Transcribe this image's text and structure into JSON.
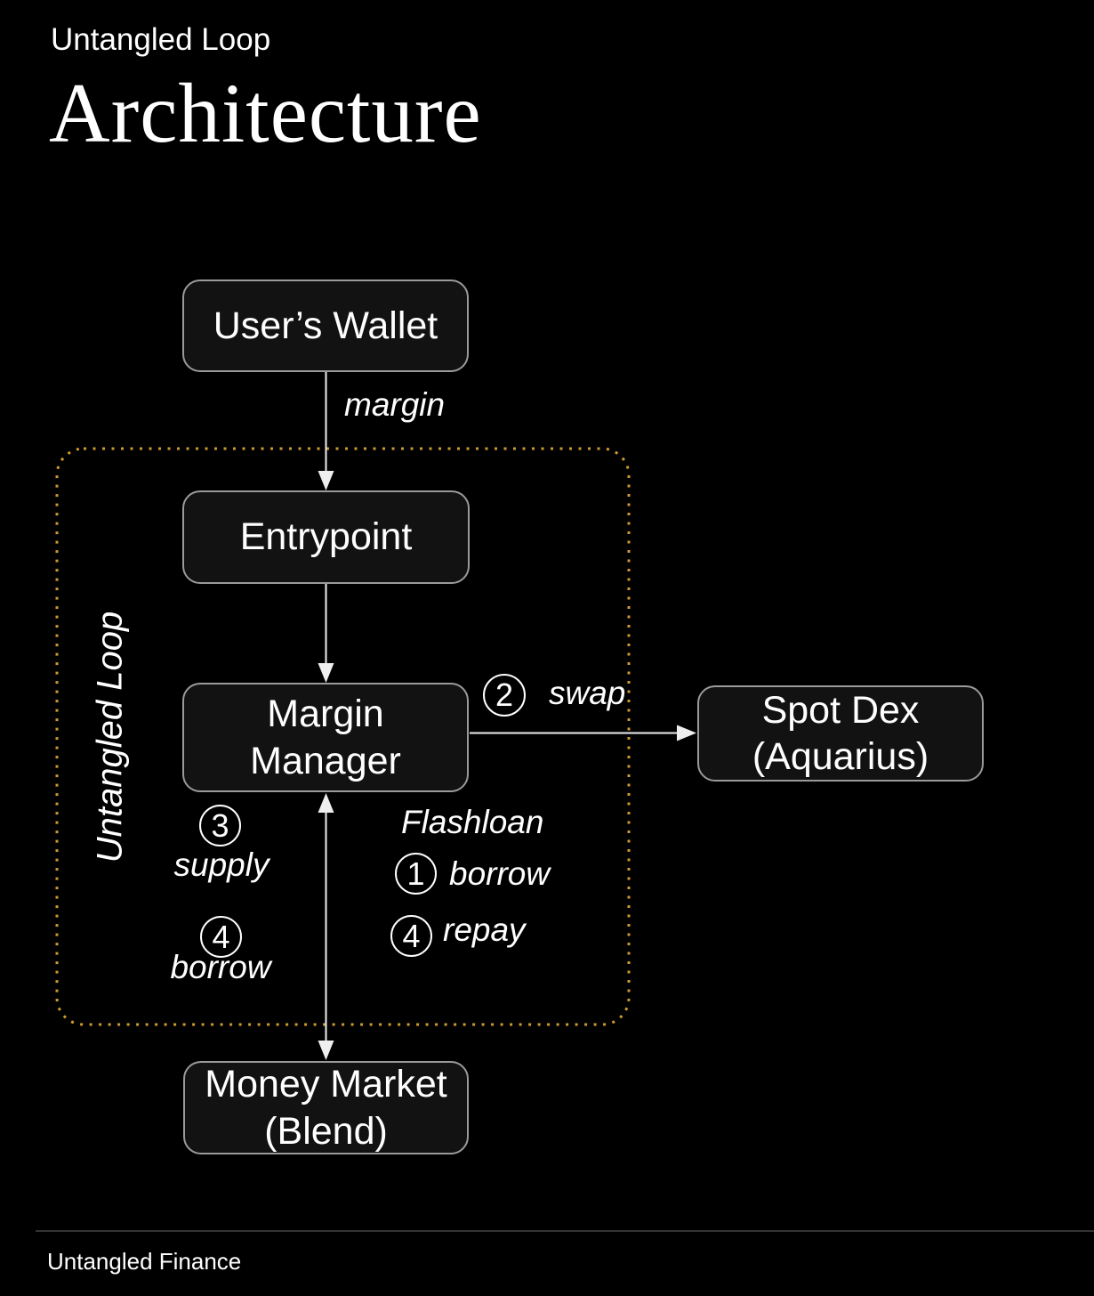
{
  "header": {
    "eyebrow": "Untangled Loop",
    "title": "Architecture"
  },
  "footer": {
    "brand": "Untangled Finance"
  },
  "colors": {
    "background": "#000000",
    "node_fill": "#121212",
    "node_border": "#9a9a9a",
    "text": "#ffffff",
    "loop_border": "#cd9a31",
    "arrow": "#efefef",
    "footer_line": "#333333"
  },
  "diagram": {
    "loop_label": "Untangled Loop",
    "nodes": [
      {
        "id": "users-wallet",
        "line1": "User’s Wallet",
        "line2": ""
      },
      {
        "id": "entrypoint",
        "line1": "Entrypoint",
        "line2": ""
      },
      {
        "id": "margin-manager",
        "line1": "Margin",
        "line2": "Manager"
      },
      {
        "id": "spot-dex",
        "line1": "Spot Dex",
        "line2": "(Aquarius)"
      },
      {
        "id": "money-market",
        "line1": "Money Market",
        "line2": "(Blend)"
      }
    ],
    "edges": [
      {
        "from": "User’s Wallet",
        "to": "Entrypoint",
        "label": "margin",
        "step": "",
        "direction": "down"
      },
      {
        "from": "Entrypoint",
        "to": "Margin Manager",
        "label": "",
        "step": "",
        "direction": "down"
      },
      {
        "from": "Margin Manager",
        "to": "Spot Dex (Aquarius)",
        "label": "swap",
        "step": "2",
        "direction": "right"
      },
      {
        "from": "Margin Manager",
        "to": "Money Market (Blend)",
        "label": "",
        "step": "",
        "direction": "both"
      }
    ],
    "annotations": {
      "margin": "margin",
      "swap_step": "2",
      "swap_label": "swap",
      "flashloan_title": "Flashloan",
      "flash_step1_n": "1",
      "flash_step1_label": "borrow",
      "flash_step2_n": "4",
      "flash_step2_label": "repay",
      "supply_step_n": "3",
      "supply_label": "supply",
      "borrow_step_n": "4",
      "borrow_label": "borrow"
    }
  }
}
